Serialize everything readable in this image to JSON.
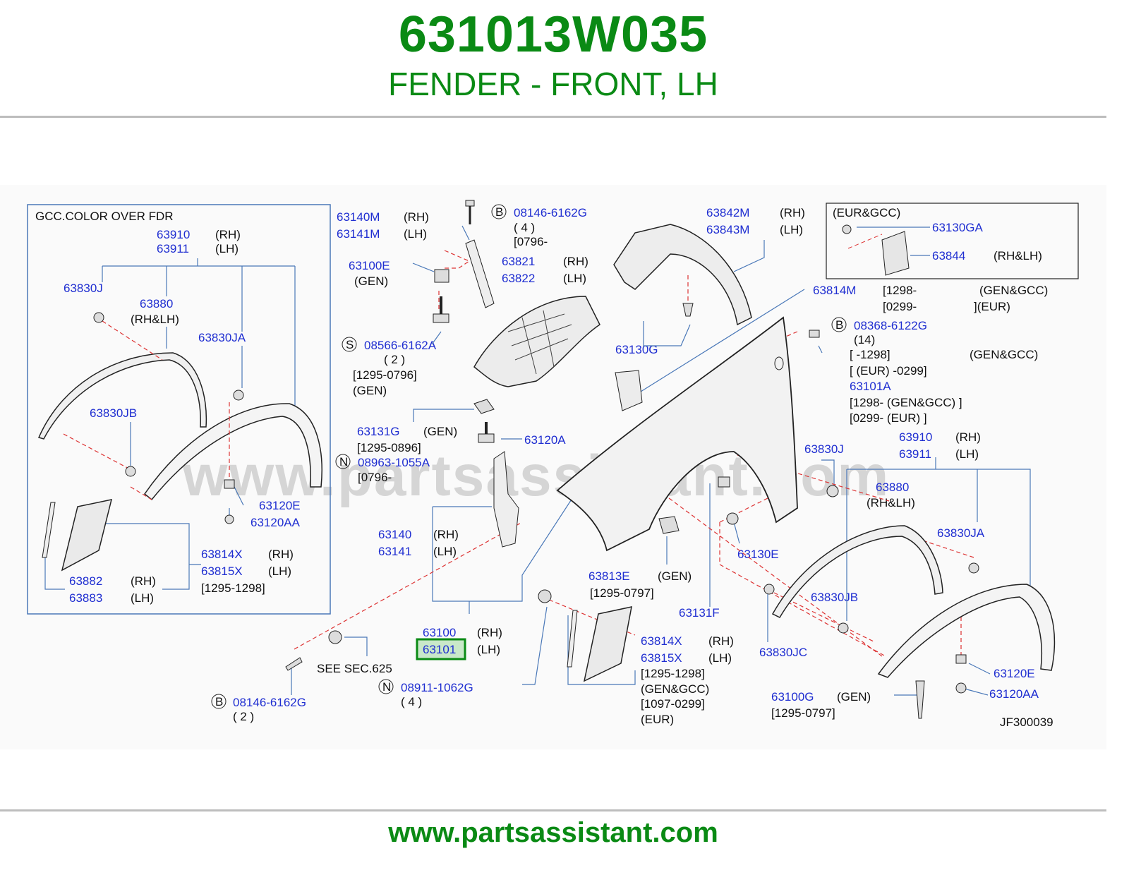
{
  "header": {
    "part_number": "631013W035",
    "part_name": "FENDER - FRONT, LH"
  },
  "footer": {
    "site": "www.partsassistant.com"
  },
  "diagram": {
    "watermark": "www.partsassistant.com",
    "figure_id": "JF300039",
    "highlight_part": "63101",
    "inset_left": {
      "title": "GCC.COLOR   OVER   FDR",
      "labels": [
        {
          "pn": "63910",
          "note": "(RH)"
        },
        {
          "pn": "63911",
          "note": "(LH)"
        },
        {
          "pn": "63830J",
          "note": ""
        },
        {
          "pn": "63880",
          "note": "(RH&LH)"
        },
        {
          "pn": "63830JA",
          "note": ""
        },
        {
          "pn": "63830JB",
          "note": ""
        },
        {
          "pn": "63120E",
          "note": ""
        },
        {
          "pn": "63120AA",
          "note": ""
        },
        {
          "pn": "63814X",
          "note": "(RH)"
        },
        {
          "pn": "63815X",
          "note": "(LH)"
        },
        {
          "pn": "",
          "note": "[1295-1298]"
        },
        {
          "pn": "63882",
          "note": "(RH)"
        },
        {
          "pn": "63883",
          "note": "(LH)"
        }
      ]
    },
    "inset_right": {
      "title": "(EUR&GCC)",
      "labels": [
        {
          "pn": "63130GA",
          "note": ""
        },
        {
          "pn": "63844",
          "note": "(RH&LH)"
        }
      ]
    },
    "see_ref": "SEE   SEC.625"
  }
}
